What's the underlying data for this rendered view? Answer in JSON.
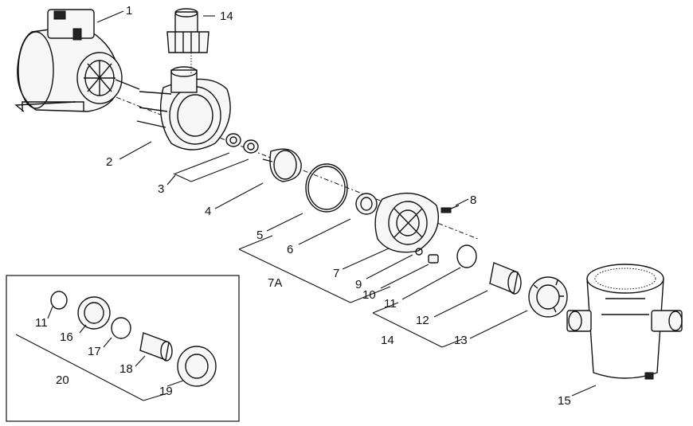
{
  "labels": {
    "p1": "1",
    "p2": "2",
    "p3": "3",
    "p4": "4",
    "p5": "5",
    "p6": "6",
    "p7": "7",
    "p7a": "7A",
    "p8": "8",
    "p9": "9",
    "p10": "10",
    "p11": "11",
    "p12": "12",
    "p13": "13",
    "p14": "14",
    "p14b": "14",
    "p15": "15",
    "p11b": "11",
    "p16": "16",
    "p17": "17",
    "p18": "18",
    "p19": "19",
    "p20": "20"
  }
}
